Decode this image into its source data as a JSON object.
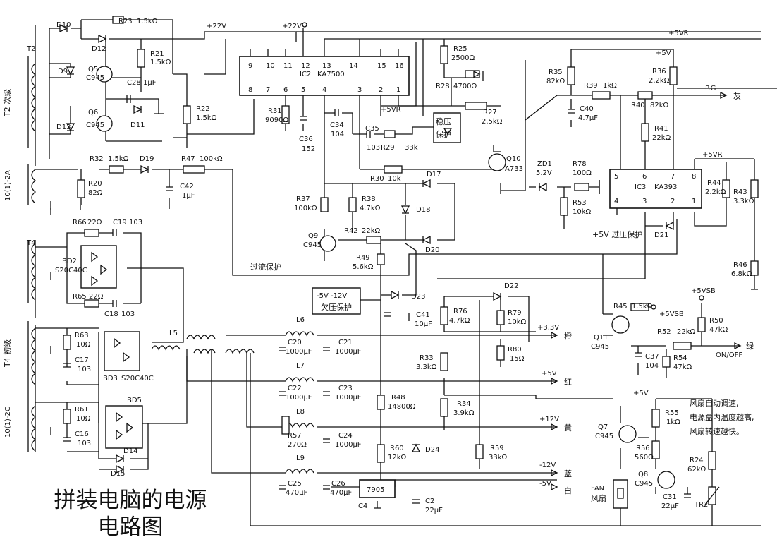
{
  "caption": {
    "line1": "拼装电脑的电源",
    "line2": "电路图"
  },
  "ics": [
    {
      "ref": "IC2",
      "part": "KA7500",
      "pins_top": [
        "9",
        "10",
        "11",
        "12",
        "13",
        "14",
        "15",
        "16"
      ],
      "pins_bottom": [
        "8",
        "7",
        "6",
        "5",
        "4",
        "3",
        "2",
        "1"
      ]
    },
    {
      "ref": "IC3",
      "part": "KA393",
      "pins_top": [
        "5",
        "6",
        "7",
        "8"
      ],
      "pins_bottom": [
        "4",
        "3",
        "2",
        "1"
      ]
    },
    {
      "ref": "IC4",
      "part": "7905"
    }
  ],
  "transformers": [
    {
      "ref": "T2",
      "label": "T2 次级",
      "pins": "10(1)-2A"
    },
    {
      "ref": "T4",
      "label": "T4 初级",
      "pins": "10(1)-2C"
    }
  ],
  "components": [
    {
      "id": "d10",
      "ref": "D10"
    },
    {
      "id": "d12",
      "ref": "D12"
    },
    {
      "id": "r23",
      "ref": "R23",
      "value": "1.5kΩ"
    },
    {
      "id": "d9",
      "ref": "D9"
    },
    {
      "id": "q5",
      "ref": "Q5",
      "value": "C945"
    },
    {
      "id": "r21",
      "ref": "R21",
      "value": "1.5kΩ"
    },
    {
      "id": "c28",
      "ref": "C28",
      "value": "1μF"
    },
    {
      "id": "d11",
      "ref": "D11"
    },
    {
      "id": "d13",
      "ref": "D13"
    },
    {
      "id": "q6",
      "ref": "Q6",
      "value": "C945"
    },
    {
      "id": "r22",
      "ref": "R22",
      "value": "1.5kΩ"
    },
    {
      "id": "r31",
      "ref": "R31",
      "value": "9090Ω"
    },
    {
      "id": "c36",
      "ref": "C36",
      "value": "152"
    },
    {
      "id": "c34",
      "ref": "C34",
      "value": "104"
    },
    {
      "id": "c35",
      "ref": "C35",
      "value": "103"
    },
    {
      "id": "r29",
      "ref": "R29",
      "value": "33k"
    },
    {
      "id": "r25",
      "ref": "R25",
      "value": "2500Ω"
    },
    {
      "id": "r28",
      "ref": "R28",
      "value": "4700Ω"
    },
    {
      "id": "r27",
      "ref": "R27",
      "value": "2.5kΩ"
    },
    {
      "id": "q10",
      "ref": "Q10",
      "value": "A733"
    },
    {
      "id": "r30",
      "ref": "R30",
      "value": "10k"
    },
    {
      "id": "d17",
      "ref": "D17"
    },
    {
      "id": "d18",
      "ref": "D18"
    },
    {
      "id": "r37",
      "ref": "R37",
      "value": "100kΩ"
    },
    {
      "id": "r38",
      "ref": "R38",
      "value": "4.7kΩ"
    },
    {
      "id": "q9",
      "ref": "Q9",
      "value": "C945"
    },
    {
      "id": "r42",
      "ref": "R42",
      "value": "22kΩ"
    },
    {
      "id": "d20",
      "ref": "D20"
    },
    {
      "id": "r49",
      "ref": "R49",
      "value": "5.6kΩ"
    },
    {
      "id": "d23",
      "ref": "D23"
    },
    {
      "id": "c41",
      "ref": "C41",
      "value": "10μF"
    },
    {
      "id": "r32",
      "ref": "R32",
      "value": "1.5kΩ"
    },
    {
      "id": "d19",
      "ref": "D19"
    },
    {
      "id": "r47",
      "ref": "R47",
      "value": "100kΩ"
    },
    {
      "id": "r20",
      "ref": "R20",
      "value": "82Ω"
    },
    {
      "id": "c42",
      "ref": "C42",
      "value": "1μF"
    },
    {
      "id": "r35",
      "ref": "R35",
      "value": "82kΩ"
    },
    {
      "id": "r39",
      "ref": "R39",
      "value": "1kΩ"
    },
    {
      "id": "r36",
      "ref": "R36",
      "value": "2.2kΩ"
    },
    {
      "id": "c40",
      "ref": "C40",
      "value": "4.7μF"
    },
    {
      "id": "r40",
      "ref": "R40",
      "value": "82kΩ"
    },
    {
      "id": "r41",
      "ref": "R41",
      "value": "22kΩ"
    },
    {
      "id": "zd1",
      "ref": "ZD1",
      "value": "5.2V"
    },
    {
      "id": "r78",
      "ref": "R78",
      "value": "100Ω"
    },
    {
      "id": "r53",
      "ref": "R53",
      "value": "10kΩ"
    },
    {
      "id": "r44",
      "ref": "R44",
      "value": "2.2kΩ"
    },
    {
      "id": "r43",
      "ref": "R43",
      "value": "3.3kΩ"
    },
    {
      "id": "d21",
      "ref": "D21"
    },
    {
      "id": "r46",
      "ref": "R46",
      "value": "6.8kΩ"
    },
    {
      "id": "r66",
      "ref": "R66",
      "value": "22Ω"
    },
    {
      "id": "c19",
      "ref": "C19",
      "value": "103"
    },
    {
      "id": "bd2",
      "ref": "BD2",
      "value": "S20C40C"
    },
    {
      "id": "r65",
      "ref": "R65",
      "value": "22Ω"
    },
    {
      "id": "c18",
      "ref": "C18",
      "value": "103"
    },
    {
      "id": "r63",
      "ref": "R63",
      "value": "10Ω"
    },
    {
      "id": "c17",
      "ref": "C17",
      "value": "103"
    },
    {
      "id": "bd3",
      "ref": "BD3",
      "value": "S20C40C"
    },
    {
      "id": "l5",
      "ref": "L5"
    },
    {
      "id": "r61",
      "ref": "R61",
      "value": "10Ω"
    },
    {
      "id": "c16",
      "ref": "C16",
      "value": "103"
    },
    {
      "id": "bd5",
      "ref": "BD5"
    },
    {
      "id": "d14",
      "ref": "D14"
    },
    {
      "id": "d15",
      "ref": "D15"
    },
    {
      "id": "l6",
      "ref": "L6"
    },
    {
      "id": "c20",
      "ref": "C20",
      "value": "1000μF"
    },
    {
      "id": "c21",
      "ref": "C21",
      "value": "1000μF"
    },
    {
      "id": "l7",
      "ref": "L7"
    },
    {
      "id": "c22",
      "ref": "C22",
      "value": "1000μF"
    },
    {
      "id": "c23",
      "ref": "C23",
      "value": "1000μF"
    },
    {
      "id": "l8",
      "ref": "L8"
    },
    {
      "id": "r57",
      "ref": "R57",
      "value": "270Ω"
    },
    {
      "id": "c24",
      "ref": "C24",
      "value": "1000μF"
    },
    {
      "id": "l9",
      "ref": "L9"
    },
    {
      "id": "c25",
      "ref": "C25",
      "value": "470μF"
    },
    {
      "id": "c26",
      "ref": "C26",
      "value": "470μF"
    },
    {
      "id": "r48",
      "ref": "R48",
      "value": "14800Ω"
    },
    {
      "id": "r60",
      "ref": "R60",
      "value": "12kΩ"
    },
    {
      "id": "d24",
      "ref": "D24"
    },
    {
      "id": "c2",
      "ref": "C2",
      "value": "22μF"
    },
    {
      "id": "r76",
      "ref": "R76",
      "value": "4.7kΩ"
    },
    {
      "id": "d22",
      "ref": "D22"
    },
    {
      "id": "r79",
      "ref": "R79",
      "value": "10kΩ"
    },
    {
      "id": "r80",
      "ref": "R80",
      "value": "15Ω"
    },
    {
      "id": "r33",
      "ref": "R33",
      "value": "3.3kΩ"
    },
    {
      "id": "r34",
      "ref": "R34",
      "value": "3.9kΩ"
    },
    {
      "id": "r59",
      "ref": "R59",
      "value": "33kΩ"
    },
    {
      "id": "r45",
      "ref": "R45",
      "value": "1.5kΩ"
    },
    {
      "id": "q11",
      "ref": "Q11",
      "value": "C945"
    },
    {
      "id": "c37",
      "ref": "C37",
      "value": "104"
    },
    {
      "id": "r52",
      "ref": "R52",
      "value": "22kΩ"
    },
    {
      "id": "r54",
      "ref": "R54",
      "value": "47kΩ"
    },
    {
      "id": "r50",
      "ref": "R50",
      "value": "47kΩ"
    },
    {
      "id": "q7",
      "ref": "Q7",
      "value": "C945"
    },
    {
      "id": "r55",
      "ref": "R55",
      "value": "1kΩ"
    },
    {
      "id": "r56",
      "ref": "R56",
      "value": "560Ω"
    },
    {
      "id": "q8",
      "ref": "Q8",
      "value": "C945"
    },
    {
      "id": "r24",
      "ref": "R24",
      "value": "62kΩ"
    },
    {
      "id": "c31",
      "ref": "C31",
      "value": "22μF"
    },
    {
      "id": "tr2",
      "ref": "TR2"
    }
  ],
  "rails": {
    "p22v_a": "+22V",
    "p22v_b": "+22V",
    "p5vr": "+5VR",
    "p5v": "+5V",
    "p5vr_pin3": "+5VR",
    "p5vr_ic3": "+5VR",
    "p5vsb_a": "+5VSB",
    "p5vsb_b": "+5VSB",
    "p5v_fan": "+5V"
  },
  "blocks": {
    "voltage_stabilizer": [
      "稳压",
      "保护"
    ],
    "undervoltage_top": "-5V  -12V",
    "undervoltage_bottom": "欠压保护"
  },
  "notes": {
    "overcurrent": "过流保护",
    "overvoltage": "+5V 过压保护",
    "fan": [
      "风扇自动调速,",
      "电源盒内温度越高,",
      "风扇转速越快。"
    ],
    "fan_label": [
      "FAN",
      "风扇"
    ]
  },
  "outputs": [
    {
      "id": "pg",
      "signal": "P.G",
      "wire": "灰"
    },
    {
      "id": "v33",
      "signal": "+3.3V",
      "wire": "橙"
    },
    {
      "id": "v5",
      "signal": "+5V",
      "wire": "红"
    },
    {
      "id": "v12",
      "signal": "+12V",
      "wire": "黄"
    },
    {
      "id": "vn12",
      "signal": "-12V",
      "wire": "蓝"
    },
    {
      "id": "vn5",
      "signal": "-5V",
      "wire": "白"
    },
    {
      "id": "onoff",
      "signal": "ON/OFF",
      "wire": "绿"
    }
  ]
}
